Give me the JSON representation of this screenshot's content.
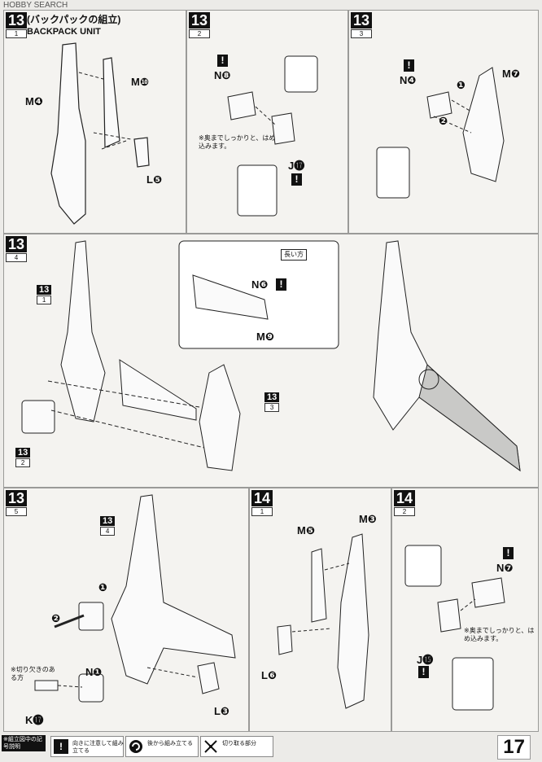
{
  "header": {
    "watermark": "HOBBY SEARCH"
  },
  "panels": {
    "p1": {
      "step": "13",
      "sub": "1",
      "title": "(バックパックの組立)",
      "subtitle": "BACKPACK UNIT",
      "labels": {
        "a": "M❹",
        "b": "M❿",
        "c": "L❺"
      }
    },
    "p2": {
      "step": "13",
      "sub": "2",
      "labels": {
        "a": "N❽",
        "b": "J⓱"
      },
      "note": "※奥までしっかりと、はめ込みます。",
      "warn": "!"
    },
    "p3": {
      "step": "13",
      "sub": "3",
      "labels": {
        "a": "N❹",
        "b": "M❼"
      },
      "markers": [
        "❶",
        "❷"
      ],
      "warn": "!"
    },
    "p4": {
      "step": "13",
      "sub": "4",
      "labels": {
        "a": "N❻",
        "b": "M❾"
      },
      "refs": [
        "13",
        "13"
      ],
      "refsubs": [
        "1",
        "3",
        "2"
      ],
      "callout": "長い方",
      "warn": "!"
    },
    "p5": {
      "step": "13",
      "sub": "5",
      "labels": {
        "a": "N❶",
        "b": "K⓱",
        "c": "L❸"
      },
      "ref": "13",
      "refsub": "4",
      "markers": [
        "❶",
        "❷"
      ],
      "note": "※切り欠きのある方"
    },
    "p6": {
      "step": "14",
      "sub": "1",
      "labels": {
        "a": "M❺",
        "b": "M❸",
        "c": "L❻"
      }
    },
    "p7": {
      "step": "14",
      "sub": "2",
      "labels": {
        "a": "N❼",
        "b": "J⓯"
      },
      "note": "※奥までしっかりと、はめ込みます。",
      "warn": "!"
    }
  },
  "legend": {
    "title": "※組立図中の記号説明",
    "items": [
      {
        "icon": "exclamation-icon",
        "text": "向きに注意して組み立てる"
      },
      {
        "icon": "rotate-icon",
        "text": "後から組み立てる"
      },
      {
        "icon": "nipper-icon",
        "text": "切り取る部分"
      }
    ]
  },
  "page_number": "17"
}
